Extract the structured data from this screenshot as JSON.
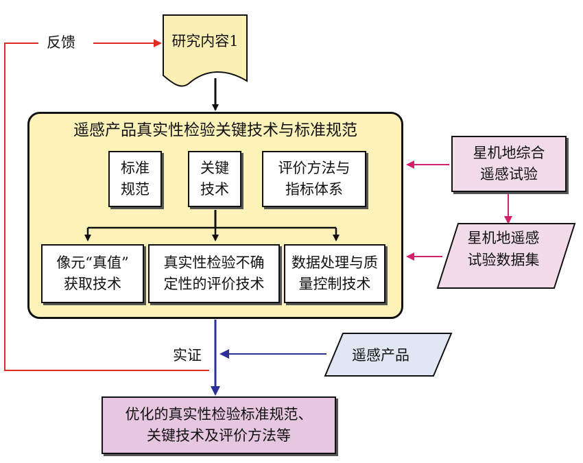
{
  "feedback_label": "反馈",
  "research_content": "研究内容1",
  "main_title": "遥感产品真实性检验关键技术与标准规范",
  "top_boxes": {
    "standards": [
      "标准",
      "规范"
    ],
    "key_tech": [
      "关键",
      "技术"
    ],
    "eval_methods": [
      "评价方法与",
      "指标体系"
    ]
  },
  "bottom_boxes": {
    "pixel_truth": [
      "像元“真值”",
      "获取技术"
    ],
    "uncertainty": [
      "真实性检验不确",
      "定性的评价技术"
    ],
    "data_qc": [
      "数据处理与质",
      "量控制技术"
    ]
  },
  "experiment": [
    "星机地综合",
    "遥感试验"
  ],
  "dataset": [
    "星机地遥感",
    "试验数据集"
  ],
  "verify_label": "实证",
  "rs_products": "遥感产品",
  "result": [
    "优化的真实性检验标准规范、",
    "关键技术及评价方法等"
  ],
  "colors": {
    "panel_fill": "#fdf3b8",
    "feedback_line": "#e02b20",
    "pink_arrow": "#d4206a",
    "blue_arrow": "#2b2f96",
    "experiment_fill": "#f2dbe8",
    "product_fill": "#dfe7f3",
    "result_fill": "#e6c6e0",
    "doc_fill": "#fcefb4"
  }
}
